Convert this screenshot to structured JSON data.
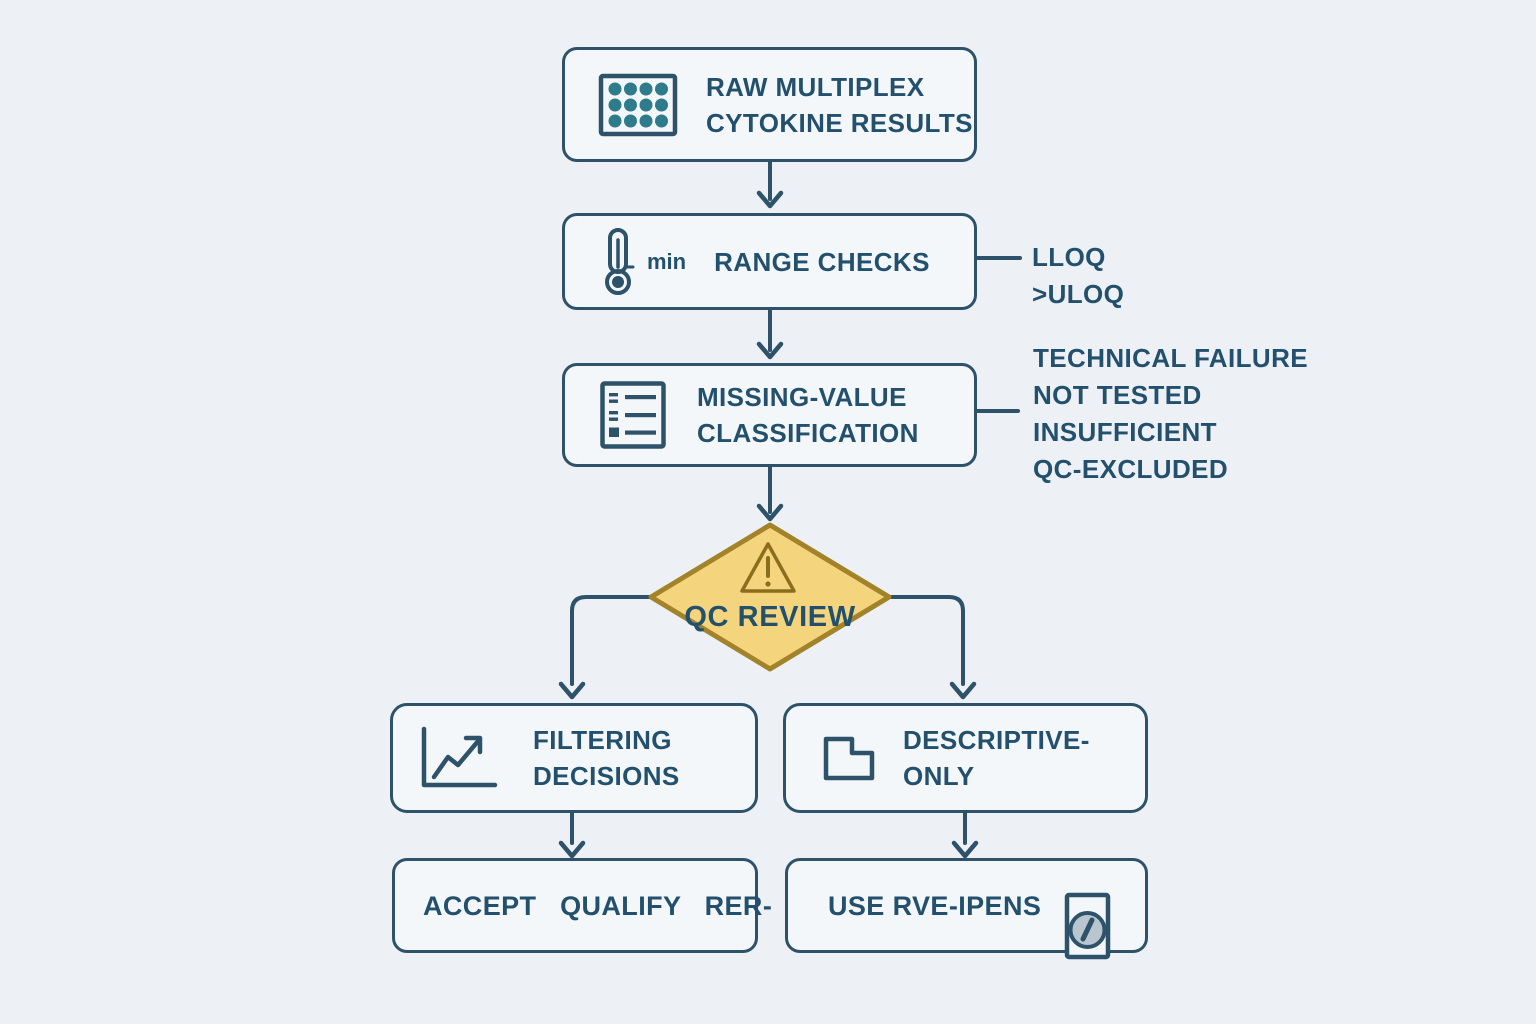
{
  "colors": {
    "background": "#edf0f4",
    "box_fill": "#f4f7f9",
    "line": "#2d5269",
    "text": "#23506c",
    "plate_dot": "#2e7b8c",
    "diamond_fill": "#f4d57d",
    "diamond_stroke": "#a3832a",
    "warning_stroke": "#8a6e1e",
    "coin_fill": "#b9c6d0"
  },
  "nodes": {
    "raw_results": {
      "line1": "RAW MULTIPLEX",
      "line2": "CYTOKINE RESULTS",
      "icon": "microplate-icon"
    },
    "range_checks": {
      "label": "RANGE CHECKS",
      "icon_caption": "min",
      "icon": "thermometer-icon"
    },
    "missing_value": {
      "line1": "MISSING-VALUE",
      "line2": "CLASSIFICATION",
      "icon": "checklist-icon"
    },
    "qc_review": {
      "label": "QC REVIEW",
      "icon": "warning-triangle-icon"
    },
    "filtering_decisions": {
      "line1": "FILTERING",
      "line2": "DECISIONS",
      "icon": "line-chart-icon"
    },
    "descriptive_only": {
      "line1": "DESCRIPTIVE-",
      "line2": "ONLY",
      "icon": "folder-icon"
    },
    "accept_qualify": {
      "label": "ACCEPT   QUALIFY   RER-"
    },
    "use_rve": {
      "label": "USE RVE-IPENS",
      "icon": "slashed-coin-icon"
    }
  },
  "annotations": {
    "range_side": [
      "LLOQ",
      ">ULOQ"
    ],
    "missing_side": [
      "TECHNICAL FAILURE",
      "NOT TESTED",
      "INSUFFICIENT",
      "QC-EXCLUDED"
    ]
  }
}
